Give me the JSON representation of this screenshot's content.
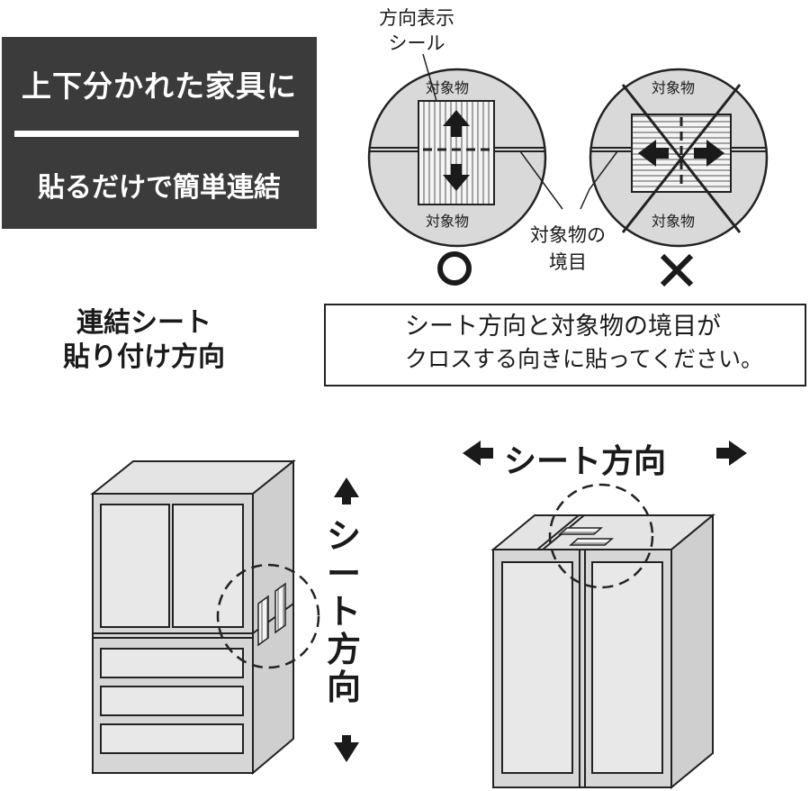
{
  "headline": {
    "line1": "上下分かれた家具に",
    "line2": "貼るだけで簡単連結"
  },
  "top_diagram": {
    "seal_label": [
      "方向表示",
      "シール"
    ],
    "object_label": "対象物",
    "boundary_label": [
      "対象物の",
      "境目"
    ],
    "correct_mark": "○",
    "wrong_mark": "×"
  },
  "section_title": [
    "連結シート",
    "貼り付け方向"
  ],
  "warning": {
    "icon": "warning-triangle-icon",
    "lines": [
      "シート方向と対象物の境目が",
      "クロスする向きに貼ってください。"
    ]
  },
  "sheet_direction_label": "シート方向",
  "colors": {
    "headline_bg": "#3b3b3b",
    "headline_text": "#ffffff",
    "circle_fill": "#d9d9d9"
  }
}
